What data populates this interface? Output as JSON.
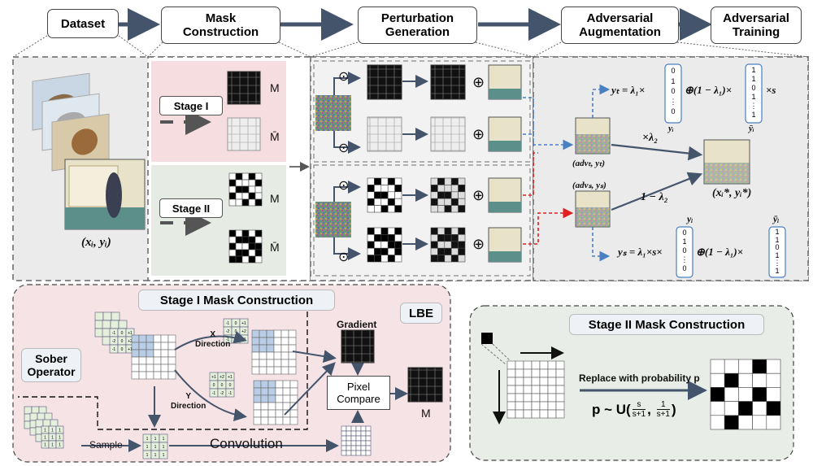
{
  "pipeline": {
    "dataset": "Dataset",
    "mask_construction": "Mask\nConstruction",
    "perturbation_generation": "Perturbation\nGeneration",
    "adversarial_augmentation": "Adversarial\nAugmentation",
    "adversarial_training": "Adversarial\nTraining"
  },
  "mask_panel": {
    "stage1": "Stage I",
    "stage2": "Stage II",
    "m": "M",
    "m_bar": "M̄"
  },
  "dataset_label": "(xᵢ, yᵢ)",
  "perturbation": {
    "odot": "⊙",
    "oplus": "⊕"
  },
  "augmentation": {
    "yt_eq": "yₜ = λ₁×",
    "yt_mid": "⊕(1 − λ₁)×",
    "yt_end": "×s",
    "yi": "yᵢ",
    "yi_bar": "ȳᵢ",
    "adv_t": "(advₜ, yₜ)",
    "adv_s": "(advₛ, yₛ)",
    "times_l2": "×λ₂",
    "one_minus_l2": "1 − λ₂",
    "result": "(xᵢ*, yᵢ*)",
    "ys_eq": "yₛ = λ₁×s×",
    "ys_mid": "⊕(1 − λ₁)×",
    "vec1": [
      "0",
      "1",
      "0",
      "⋮",
      "0"
    ],
    "vec2": [
      "1",
      "1",
      "0",
      "1",
      "⋮",
      "1"
    ],
    "vec3": [
      "0",
      "1",
      "0",
      "⋮",
      "0"
    ],
    "vec4": [
      "1",
      "1",
      "0",
      "1",
      "⋮",
      "1"
    ]
  },
  "stage1_panel": {
    "title": "Stage I Mask Construction",
    "lbe": "LBE",
    "sober": "Sober\nOperator",
    "x_direction": "X\nDirection",
    "y_direction": "Y\nDirection",
    "gradient": "Gradient",
    "pixel_compare": "Pixel\nCompare",
    "sample": "Sample",
    "convolution": "Convolution",
    "m": "M",
    "kernel_x": [
      "-1",
      "0",
      "+1",
      "-2",
      "0",
      "+2",
      "-1",
      "0",
      "+1"
    ],
    "kernel_y": [
      "+1",
      "+2",
      "+1",
      "0",
      "0",
      "0",
      "-1",
      "-2",
      "-1"
    ],
    "ones": [
      "1",
      "1",
      "1",
      "1",
      "1",
      "1",
      "1",
      "1",
      "1"
    ]
  },
  "stage2_panel": {
    "title": "Stage II Mask Construction",
    "replace": "Replace with probability p",
    "formula_prefix": "p ~ U(",
    "frac1_num": "s",
    "frac1_den": "s+1",
    "frac2_num": "1",
    "frac2_den": "s+1",
    "formula_suffix": ")"
  }
}
